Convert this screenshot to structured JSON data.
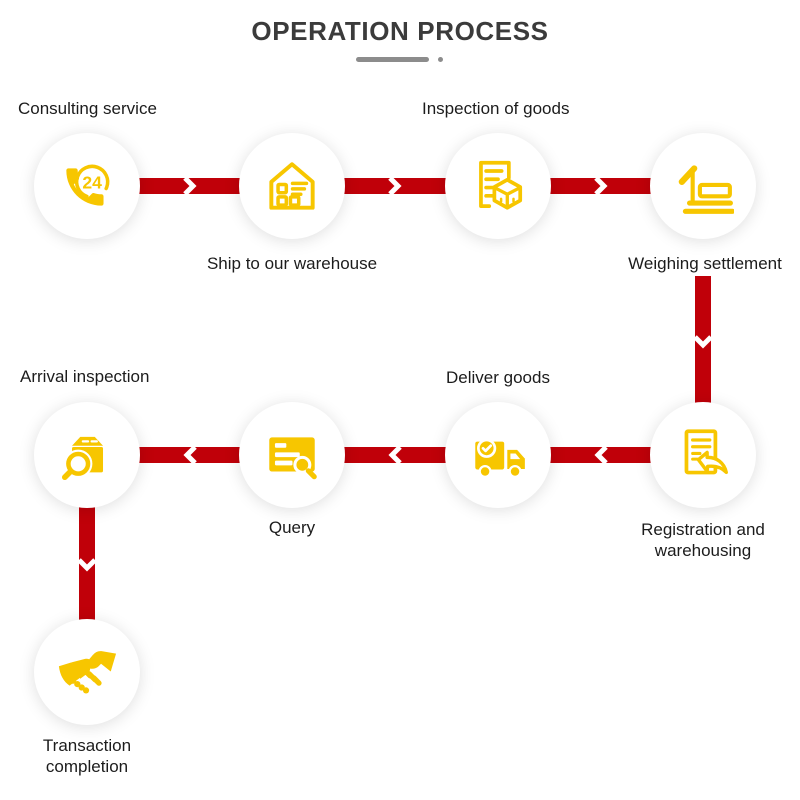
{
  "title": "OPERATION PROCESS",
  "colors": {
    "arrow_red": "#C00009",
    "icon_yellow": "#F7C600",
    "title_text": "#3B3B3B",
    "label_text": "#1C1C1C",
    "underline_gray": "#8C8C8C",
    "circle_bg": "#FFFFFF"
  },
  "steps": [
    {
      "order": 1,
      "label": "Consulting service",
      "icon": "phone-24-hour-icon",
      "badge": "24"
    },
    {
      "order": 2,
      "label": "Ship to our warehouse",
      "icon": "warehouse-icon"
    },
    {
      "order": 3,
      "label": "Inspection of goods",
      "icon": "document-cube-icon"
    },
    {
      "order": 4,
      "label": "Weighing settlement",
      "icon": "weighbridge-scale-icon"
    },
    {
      "order": 5,
      "label": "Registration and warehousing",
      "icon": "registration-document-icon"
    },
    {
      "order": 6,
      "label": "Deliver goods",
      "icon": "delivery-truck-icon"
    },
    {
      "order": 7,
      "label": "Query",
      "icon": "query-search-icon"
    },
    {
      "order": 8,
      "label": "Arrival inspection",
      "icon": "package-inspection-icon"
    },
    {
      "order": 9,
      "label": "Transaction completion",
      "icon": "handshake-icon"
    }
  ],
  "flow": {
    "sequence": [
      "Consulting service",
      "Ship to our warehouse",
      "Inspection of goods",
      "Weighing settlement",
      "Registration and warehousing",
      "Deliver goods",
      "Query",
      "Arrival inspection",
      "Transaction completion"
    ],
    "connectors": [
      {
        "from": 1,
        "to": 2,
        "direction": "right"
      },
      {
        "from": 2,
        "to": 3,
        "direction": "right"
      },
      {
        "from": 3,
        "to": 4,
        "direction": "right"
      },
      {
        "from": 4,
        "to": 5,
        "direction": "down"
      },
      {
        "from": 5,
        "to": 6,
        "direction": "left"
      },
      {
        "from": 6,
        "to": 7,
        "direction": "left"
      },
      {
        "from": 7,
        "to": 8,
        "direction": "left"
      },
      {
        "from": 8,
        "to": 9,
        "direction": "down"
      }
    ]
  }
}
